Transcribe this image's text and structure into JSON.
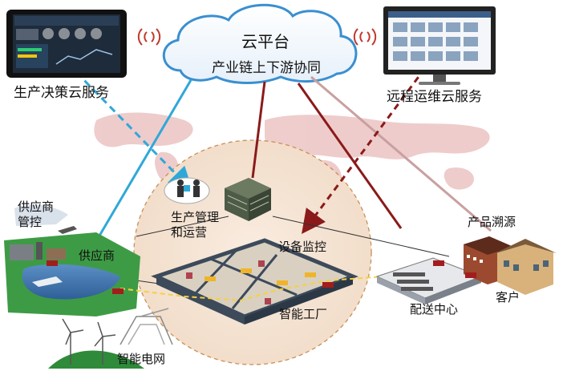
{
  "cloud": {
    "title": "云平台",
    "subtitle": "产业链上下游协同"
  },
  "labels": {
    "production_decision": "生产决策云服务",
    "remote_ops": "远程运维云服务",
    "supplier_control": "供应商\n管控",
    "supplier": "供应商",
    "production_mgmt": "生产管理\n和运营",
    "equipment_monitor": "设备监控",
    "smart_factory": "智能工厂",
    "smart_grid": "智能电网",
    "distribution_center": "配送中心",
    "product_trace": "产品溯源",
    "customer": "客户"
  },
  "colors": {
    "cyan_link": "#2fa8d8",
    "dark_red_link": "#8b1a1a",
    "pink_link": "#c9a0a0",
    "cloud_stroke": "#3a8fd0",
    "ellipse_stroke": "#c8905a",
    "ellipse_fill": "#f6e6d6"
  },
  "icons": {
    "tablet": "tablet-dashboard-icon",
    "monitor": "monitor-dashboard-icon",
    "wifi": "wireless-signal-icon",
    "world_map": "world-map-icon"
  }
}
